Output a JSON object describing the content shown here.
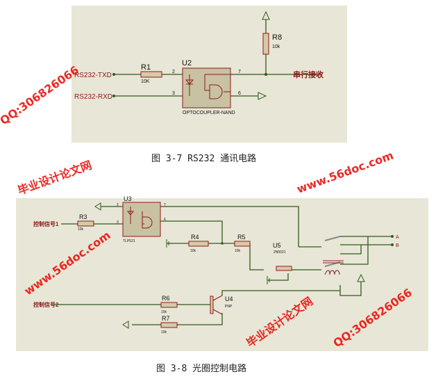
{
  "fig1": {
    "caption": "图 3-7 RS232 通讯电路",
    "txd": "RS232-TXD",
    "rxd": "RS232-RXD",
    "r1": "R1",
    "r1_val": "10K",
    "u2": "U2",
    "u2_type": "OPTOCOUPLER-NAND",
    "pin2": "2",
    "pin3": "3",
    "pin7": "7",
    "pin6": "6",
    "r8": "R8",
    "r8_val": "10k",
    "serial_rx": "串行接收"
  },
  "fig2": {
    "caption": "图 3-8 光圈控制电路",
    "ctrl1": "控制信号1",
    "ctrl2": "控制信号2",
    "u3": "U3",
    "u3_type": "TLP521",
    "r3": "R3",
    "r3_val": "10k",
    "pin2": "2",
    "pin3": "3",
    "pin7": "7",
    "pin6": "6",
    "r4": "R4",
    "r4_val": "10k",
    "r5": "R5",
    "r5_val": "10k",
    "u5": "U5",
    "u5_type": "2N5021",
    "r6": "R6",
    "r6_val": "10k",
    "r7": "R7",
    "r7_val": "10k",
    "u4": "U4",
    "u4_type": "PNP",
    "a": "A",
    "b": "B"
  },
  "watermark": {
    "site": "www.56doc.com",
    "qq": "QQ:306826066",
    "name": "毕业设计论文网"
  },
  "colors": {
    "bg": "#e8e6d6",
    "wire": "#2e5a1c",
    "component": "#8b1a1a"
  }
}
